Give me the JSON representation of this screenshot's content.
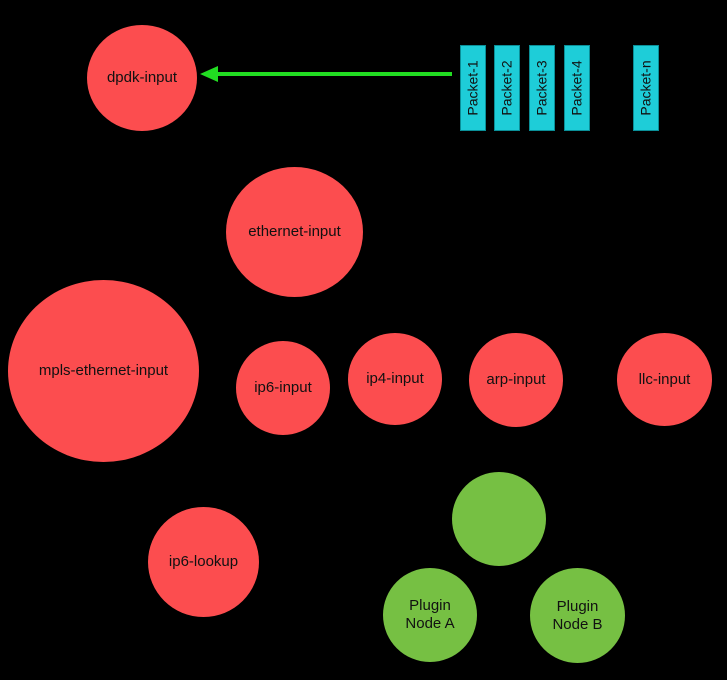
{
  "nodes": {
    "dpdk_input": "dpdk-input",
    "ethernet_input": "ethernet-input",
    "mpls_ethernet_input": "mpls-ethernet-input",
    "ip6_input": "ip6-input",
    "ip4_input": "ip4-input",
    "arp_input": "arp-input",
    "llc_input": "llc-input",
    "ip6_lookup": "ip6-lookup",
    "plugin_node_a": "Plugin\nNode A",
    "plugin_node_b": "Plugin\nNode B",
    "plugin_unlabeled": ""
  },
  "packets": [
    "Packet-1",
    "Packet-2",
    "Packet-3",
    "Packet-4",
    "Packet-n"
  ],
  "colors": {
    "background": "#000000",
    "graph_node": "#fc4d4f",
    "plugin_node": "#76c043",
    "packet": "#1ecdd8",
    "arrow": "#22dd22"
  }
}
